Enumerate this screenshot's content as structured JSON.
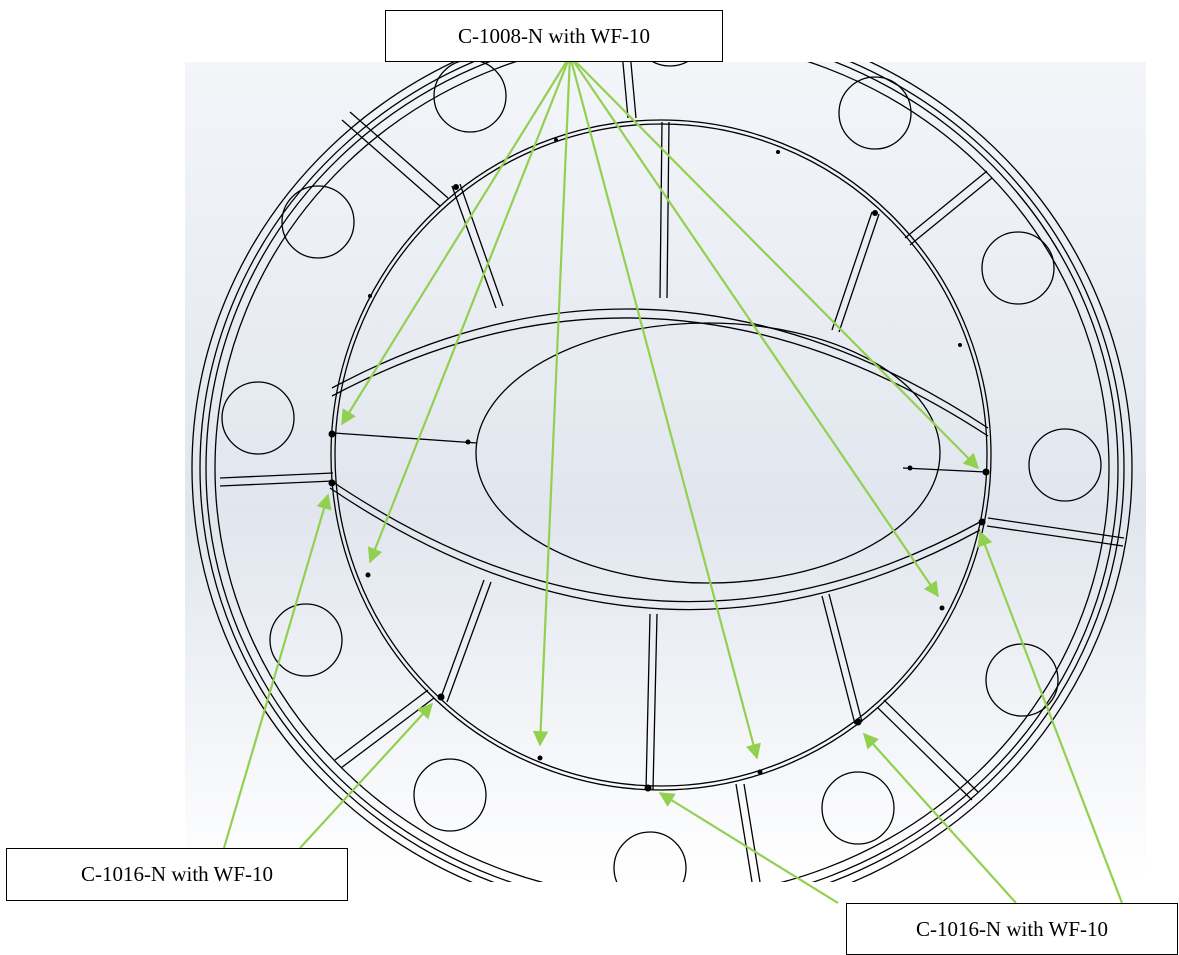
{
  "callouts": {
    "top": "C-1008-N with WF-10",
    "bottom_left": "C-1016-N with WF-10",
    "bottom_right": "C-1016-N with WF-10"
  },
  "colors": {
    "leader_line": "#92d050",
    "line_art": "#000000",
    "background_top": "#f3f5f9",
    "background_mid": "#e1e6ee"
  }
}
